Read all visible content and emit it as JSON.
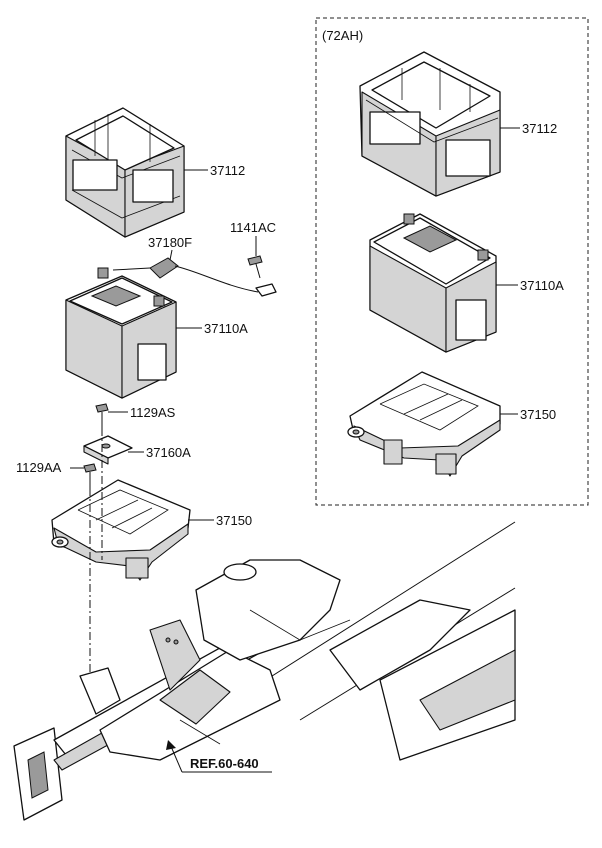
{
  "variant_label": "(72AH)",
  "parts": {
    "cover_main": "37112",
    "cover_72ah": "37112",
    "battery_main": "37110A",
    "battery_72ah": "37110A",
    "cable": "37180F",
    "bolt_cable": "1141AC",
    "bolt_clamp": "1129AS",
    "clamp": "37160A",
    "bolt_tray": "1129AA",
    "tray_main": "37150",
    "tray_72ah": "37150"
  },
  "reference": "REF.60-640"
}
